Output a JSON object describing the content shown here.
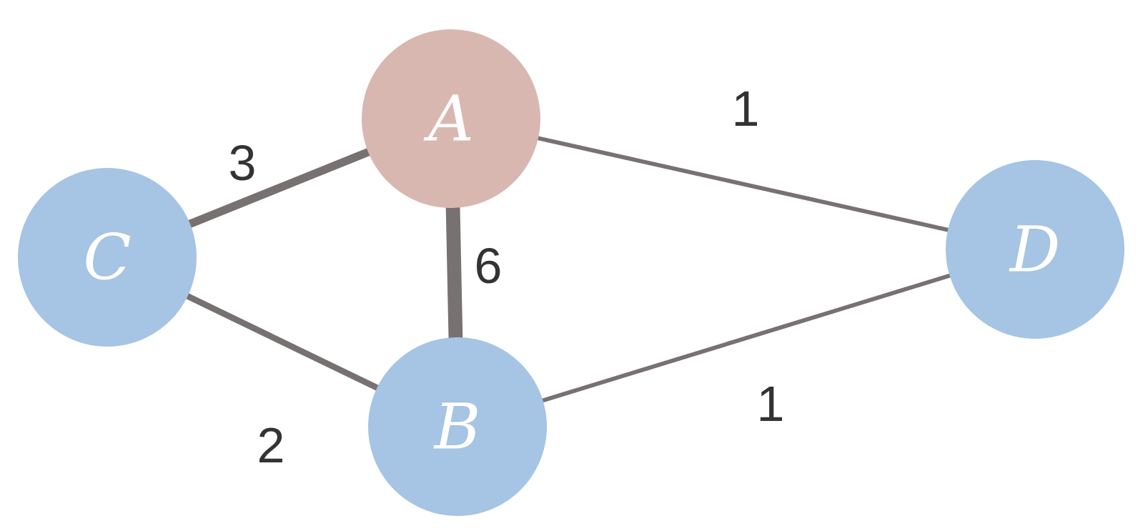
{
  "colors": {
    "edge": "#777271",
    "highlighted_node": "#d9b7b1",
    "node": "#a6c4e3",
    "node_text": "#ffffff",
    "weight_text": "#333333"
  },
  "nodes": [
    {
      "id": "A",
      "label": "A",
      "highlighted": true
    },
    {
      "id": "B",
      "label": "B",
      "highlighted": false
    },
    {
      "id": "C",
      "label": "C",
      "highlighted": false
    },
    {
      "id": "D",
      "label": "D",
      "highlighted": false
    }
  ],
  "edges": [
    {
      "from": "A",
      "to": "C",
      "weight": "3"
    },
    {
      "from": "A",
      "to": "D",
      "weight": "1"
    },
    {
      "from": "A",
      "to": "B",
      "weight": "6"
    },
    {
      "from": "C",
      "to": "B",
      "weight": "2"
    },
    {
      "from": "B",
      "to": "D",
      "weight": "1"
    }
  ]
}
